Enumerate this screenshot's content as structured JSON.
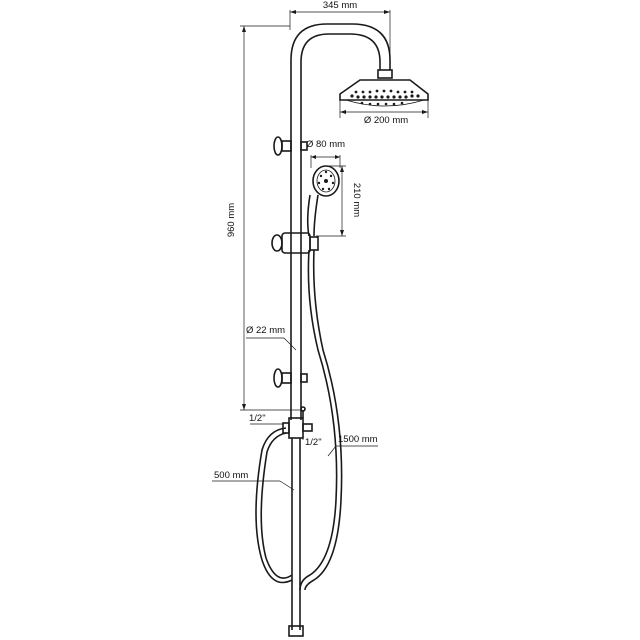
{
  "dimensions": {
    "arm_length": "345 mm",
    "head_diameter": "Ø 200 mm",
    "hand_diameter": "Ø 80 mm",
    "hand_length": "210 mm",
    "total_height": "960 mm",
    "pipe_diameter": "Ø 22 mm",
    "thread_left": "1/2\"",
    "thread_right": "1/2\"",
    "hose_long": "1500 mm",
    "hose_short": "500 mm"
  }
}
